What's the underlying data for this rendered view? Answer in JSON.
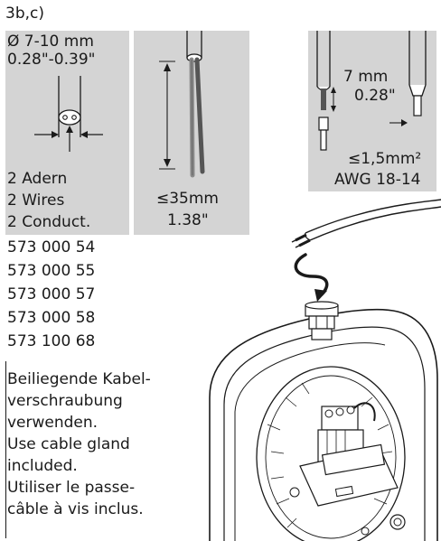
{
  "header": {
    "label": "3b,c)"
  },
  "panel1": {
    "diameter_mm": "Ø 7-10 mm",
    "diameter_in": "0.28\"-0.39\"",
    "wires": [
      "2 Adern",
      "2 Wires",
      "2 Conduct."
    ]
  },
  "panel2": {
    "strip_mm": "≤35mm",
    "strip_in": "1.38\""
  },
  "panel3": {
    "strip_mm": "7 mm",
    "strip_in": "0.28\"",
    "cross_section": "≤1,5mm²",
    "awg": "AWG 18-14"
  },
  "part_numbers": [
    "573 000 54",
    "573 000 55",
    "573 000 57",
    "573 000 58",
    "573 100 68"
  ],
  "instructions": [
    "Beiliegende Kabel-",
    "verschraubung",
    "verwenden.",
    "Use cable gland",
    "included.",
    "Utiliser le passe-",
    "câble à vis inclus."
  ],
  "colors": {
    "panel": "#d4d4d4",
    "ink": "#1a1a1a",
    "wire_dark": "#555555",
    "wire_mid": "#8a8a8a"
  },
  "icons": [
    "cable-cross-section-icon",
    "stripped-cable-icon",
    "wire-end-ferrule-icon",
    "device-housing-illustration",
    "insertion-arrow-icon"
  ]
}
